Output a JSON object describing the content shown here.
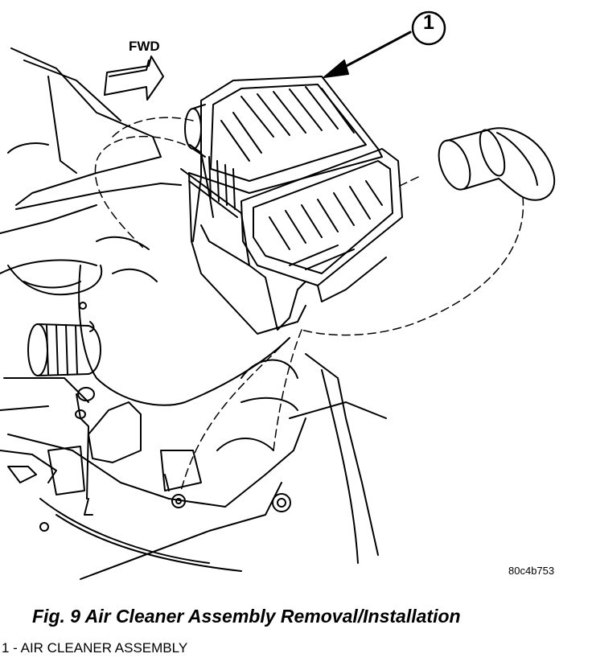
{
  "figure": {
    "direction_label": "FWD",
    "callout_number": "1",
    "figure_code": "80c4b753",
    "caption": "Fig. 9 Air Cleaner Assembly Removal/Installation",
    "legend": [
      "1 - AIR CLEANER ASSEMBLY"
    ]
  },
  "colors": {
    "line": "#000000",
    "background": "#ffffff"
  }
}
